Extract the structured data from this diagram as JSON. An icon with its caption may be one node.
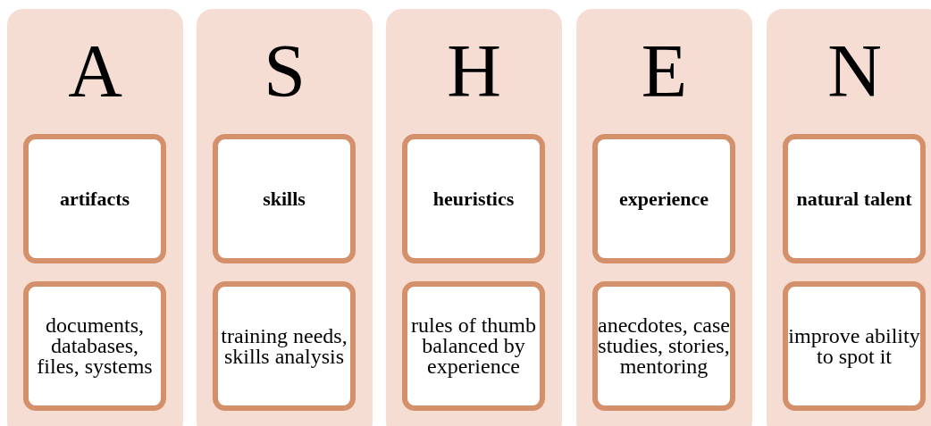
{
  "diagram": {
    "nodes": [
      {
        "text": [
          "A"
        ]
      },
      {
        "text": [
          "artifacts"
        ],
        "in": 0
      },
      {
        "text": [
          "documents, databases, files, systems"
        ],
        "in": 0
      },
      {
        "text": [
          "S"
        ]
      },
      {
        "text": [
          "skills"
        ],
        "in": 3
      },
      {
        "text": [
          "training needs, skills analysis"
        ],
        "in": 3
      },
      {
        "text": [
          "H"
        ]
      },
      {
        "text": [
          "heuristics"
        ],
        "in": 6
      },
      {
        "text": [
          "rules of thumb balanced by experience"
        ],
        "in": 6
      },
      {
        "text": [
          "E"
        ]
      },
      {
        "text": [
          "experience"
        ],
        "in": 9
      },
      {
        "text": [
          "anecdotes, case studies, stories, mentoring"
        ],
        "in": 9
      },
      {
        "text": [
          "N"
        ]
      },
      {
        "text": [
          "natural talent"
        ],
        "in": 12
      },
      {
        "text": [
          "improve ability to spot it"
        ],
        "in": 12
      }
    ]
  }
}
